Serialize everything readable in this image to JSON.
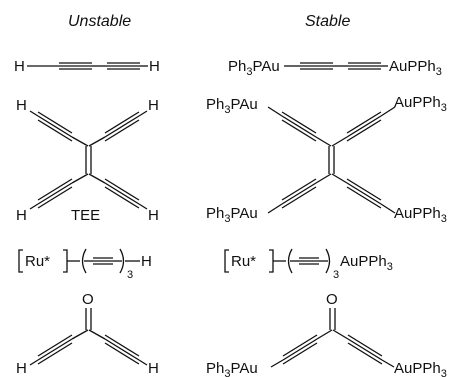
{
  "headers": {
    "unstable": "Unstable",
    "stable": "Stable"
  },
  "atoms": {
    "H": "H",
    "O": "O"
  },
  "labels": {
    "tee": "TEE",
    "ph3pau": "Ph3PAu",
    "aupph3": "AuPPh3",
    "ru_complex": "[Ru*]",
    "repeat_count": "3"
  },
  "diagram_data": {
    "layout": "two-column comparison of molecular structures",
    "rows": [
      {
        "unstable": "butadiyne (H–C≡C–C≡C–H)",
        "stable": "Ph3PAu–C≡C–C≡C–AuPPh3"
      },
      {
        "unstable": "tetraethynylethene, TEE",
        "stable": "tetrakis(AuPPh3-ethynyl)ethene"
      },
      {
        "unstable": "[Ru*]–(C≡C)3–H",
        "stable": "[Ru*]–(C≡C)3–AuPPh3"
      },
      {
        "unstable": "diethynyl ketone",
        "stable": "bis(AuPPh3-ethynyl) ketone"
      }
    ]
  }
}
